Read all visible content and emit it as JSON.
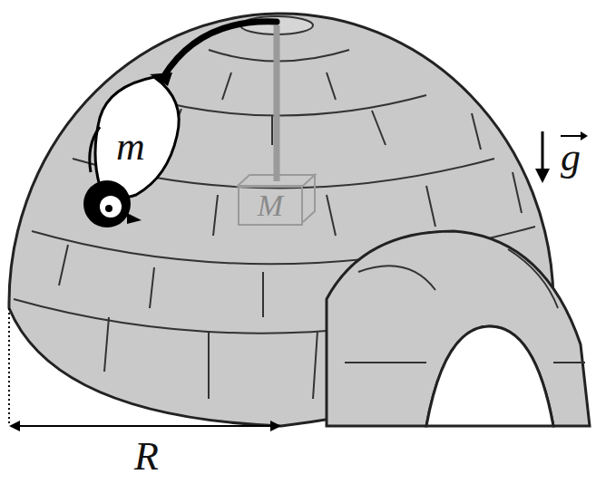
{
  "diagram": {
    "nodes": [
      {
        "text": [
          "M"
        ]
      }
    ],
    "labels": [
      "m",
      "R",
      "g"
    ]
  }
}
